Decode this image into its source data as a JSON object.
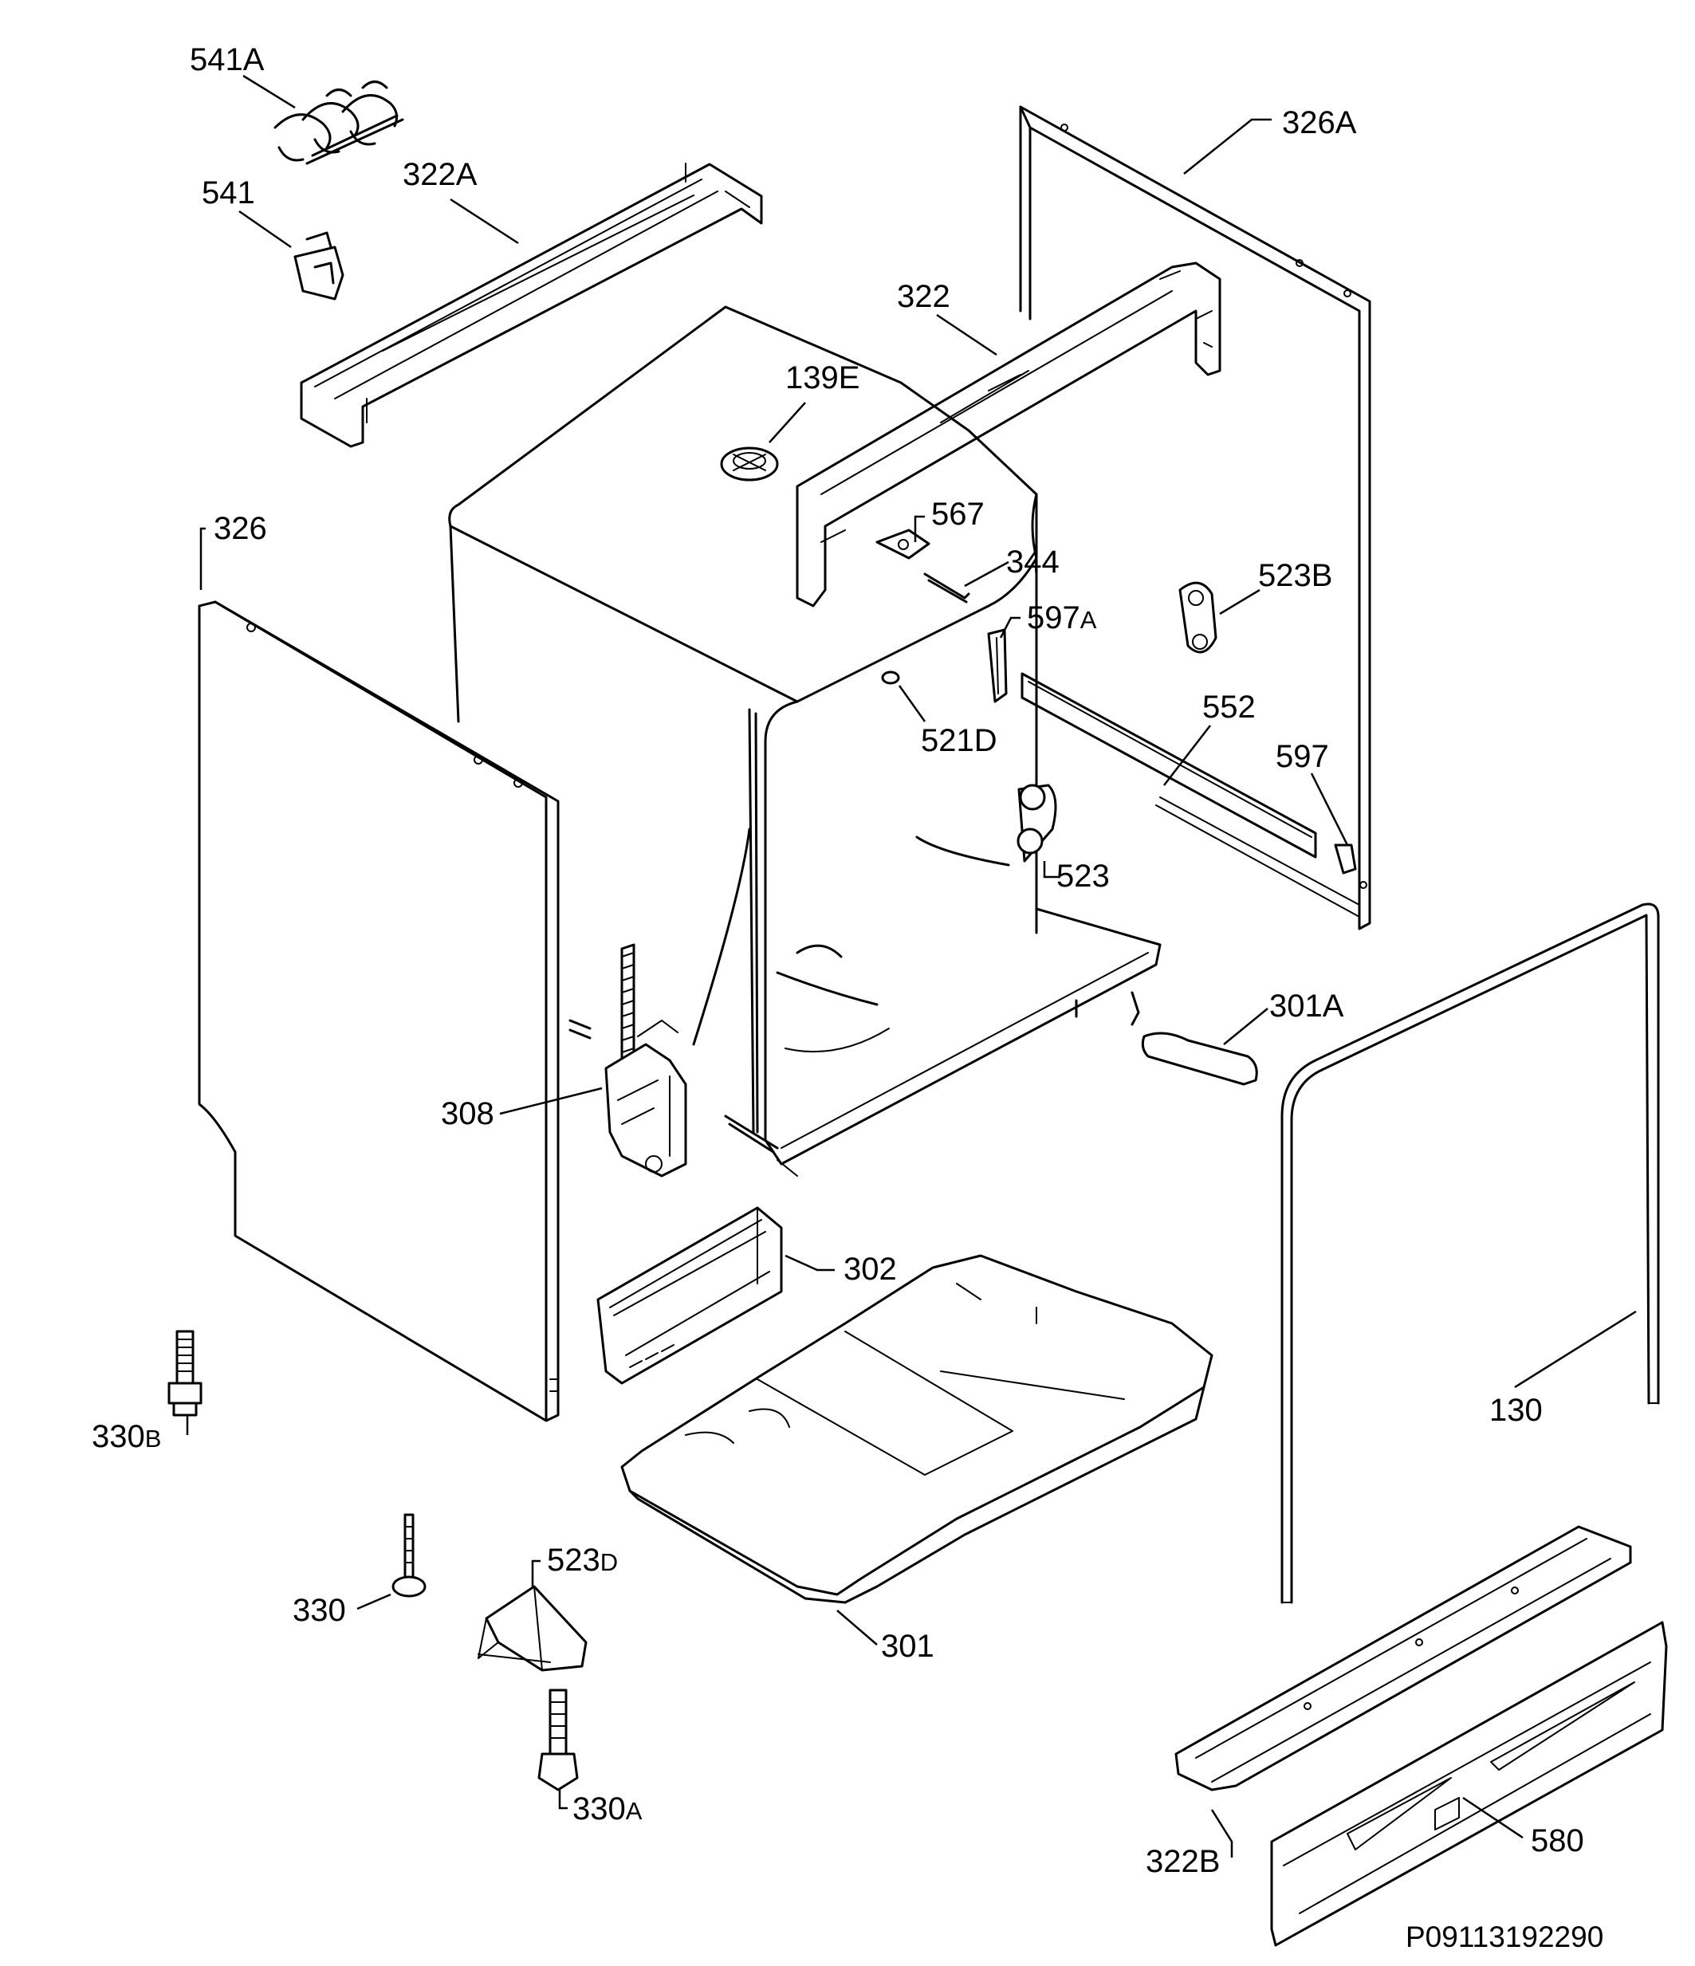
{
  "labels": {
    "p541A": "541A",
    "p541": "541",
    "p322A": "322A",
    "p322": "322",
    "p326A": "326A",
    "p139E": "139E",
    "p567": "567",
    "p344": "344",
    "p523B": "523B",
    "p597A_num": "597",
    "p597A_suf": "A",
    "p326": "326",
    "p521D": "521D",
    "p552": "552",
    "p597": "597",
    "p523": "523",
    "p301A": "301A",
    "p308": "308",
    "p302": "302",
    "p130": "130",
    "p330B_num": "330",
    "p330B_suf": "B",
    "p330": "330",
    "p523D_num": "523",
    "p523D_suf": "D",
    "p301": "301",
    "p330A_num": "330",
    "p330A_suf": "A",
    "p322B": "322B",
    "p580": "580"
  },
  "document_id": "P09113192290"
}
